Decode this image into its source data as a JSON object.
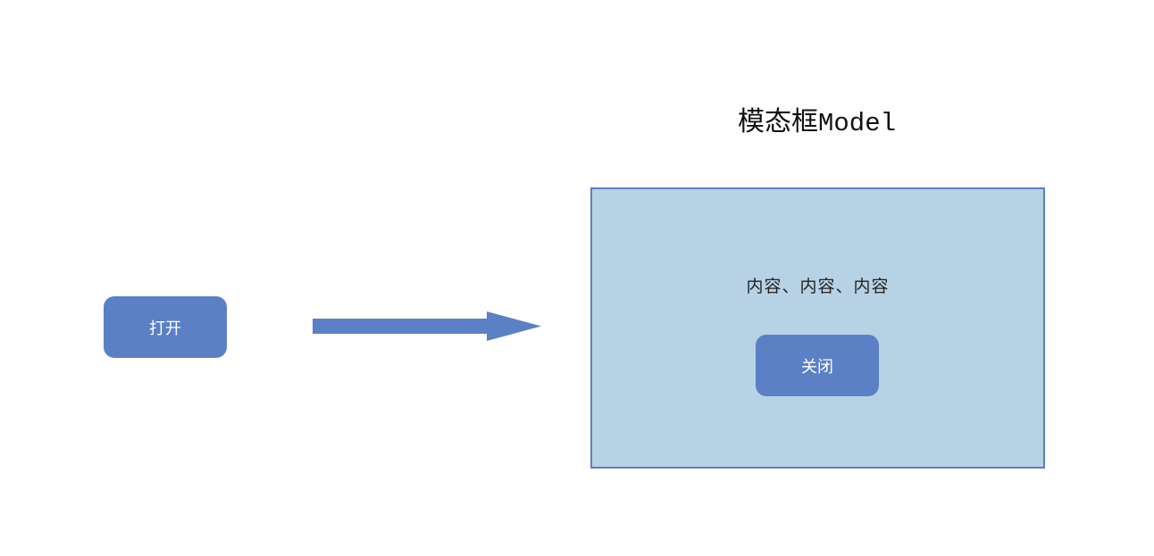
{
  "diagram": {
    "open_button": {
      "label": "打开"
    },
    "arrow": {
      "direction": "right"
    },
    "modal": {
      "title_cjk": "模态框",
      "title_latin": "Model",
      "content": "内容、内容、内容",
      "close_button": {
        "label": "关闭"
      }
    }
  },
  "colors": {
    "button_fill": "#5b80c6",
    "modal_fill": "#b7d2e4",
    "modal_border": "#5b7fc4",
    "arrow_fill": "#5b80c6",
    "button_text": "#ffffff"
  }
}
